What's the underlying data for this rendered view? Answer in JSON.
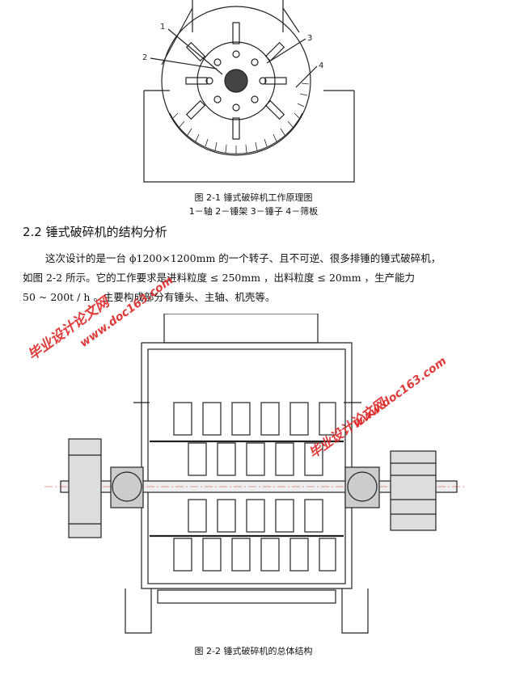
{
  "figure1": {
    "part_labels": [
      "1",
      "2",
      "3",
      "4"
    ],
    "caption_title": "图 2-1 锤式破碎机工作原理图",
    "caption_legend": "1－轴  2－锤架  3－锤子  4－筛板"
  },
  "section": {
    "heading": "2.2 锤式破碎机的结构分析"
  },
  "paragraph": {
    "line1": "这次设计的是一台 ϕ1200×1200mm 的一个转子、且不可逆、很多排锤的锤式破碎机，",
    "line2": "如图  2-2  所示。它的工作要求是进料粒度 ≤ 250mm ，出料粒度 ≤ 20mm ，生产能力",
    "line3": "50 ~ 200t / h 。主要构成部分有锤头、主轴、机壳等。"
  },
  "watermarks": {
    "site_name": "毕业设计论文网",
    "site_url": "www.doc163.com"
  },
  "figure2": {
    "caption_title": "图 2-2 锤式破碎机的总体结构"
  },
  "colors": {
    "watermark": "#dd2222",
    "drawing_line": "#222222"
  }
}
